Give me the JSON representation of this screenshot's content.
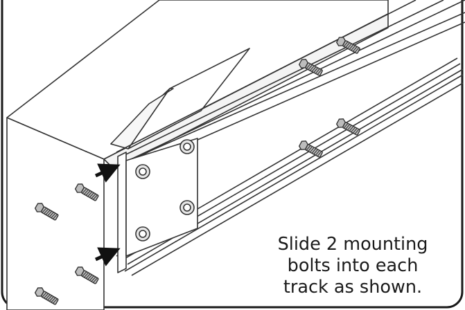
{
  "caption": {
    "lines": [
      "Slide 2 mounting",
      "bolts into each",
      "track as shown."
    ]
  },
  "colors": {
    "frame": "#1a1a1a",
    "line_art": "#333333",
    "bolt_fill": "#bdbdbd",
    "panel_fill": "#ffffff"
  },
  "icons": [
    "mounting-bolt-icon",
    "arrow-right-icon"
  ]
}
